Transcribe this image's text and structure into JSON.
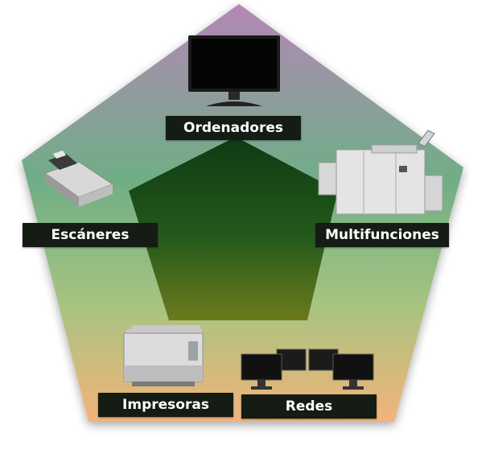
{
  "nodes": [
    {
      "id": "ordenadores",
      "label": "Ordenadores",
      "icon": "monitor-icon"
    },
    {
      "id": "escaneres",
      "label": "Escáneres",
      "icon": "scanner-icon"
    },
    {
      "id": "multifunciones",
      "label": "Multifunciones",
      "icon": "multifunction-printer-icon"
    },
    {
      "id": "impresoras",
      "label": "Impresoras",
      "icon": "laser-printer-icon"
    },
    {
      "id": "redes",
      "label": "Redes",
      "icon": "networked-monitors-icon"
    }
  ],
  "colors": {
    "outer_top": "#b487b6",
    "outer_mid": "#6fae86",
    "outer_bottom": "#f3b37a",
    "inner_top": "#0f3a13",
    "inner_bottom": "#6b7a1d",
    "label_bg": "#141c14",
    "label_text": "#ffffff"
  }
}
